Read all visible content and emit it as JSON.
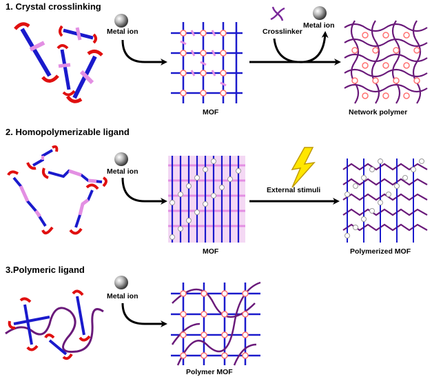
{
  "sections": [
    {
      "title": "1. Crystal crosslinking",
      "metal_label": "Metal ion",
      "crosslinker_label": "Crosslinker",
      "metal_label_2": "Metal ion",
      "caption_mid": "MOF",
      "caption_right": "Network polymer"
    },
    {
      "title": "2. Homopolymerizable ligand",
      "metal_label": "Metal ion",
      "stimuli_label": "External stimuli",
      "caption_mid": "MOF",
      "caption_right": "Polymerized MOF"
    },
    {
      "title": "3.Polymeric ligand",
      "metal_label": "Metal ion",
      "caption_mid": "Polymer MOF"
    }
  ],
  "colors": {
    "linker_blue": "#1a1acc",
    "linker_pink": "#e38fe3",
    "end_red": "#e01010",
    "polymer_purple": "#6a1a7a",
    "node_ring": "#ff7070",
    "arrow": "#000000"
  },
  "icons": [
    "metal-ion-sphere-icon",
    "crosslinker-icon",
    "lightning-bolt-icon"
  ]
}
